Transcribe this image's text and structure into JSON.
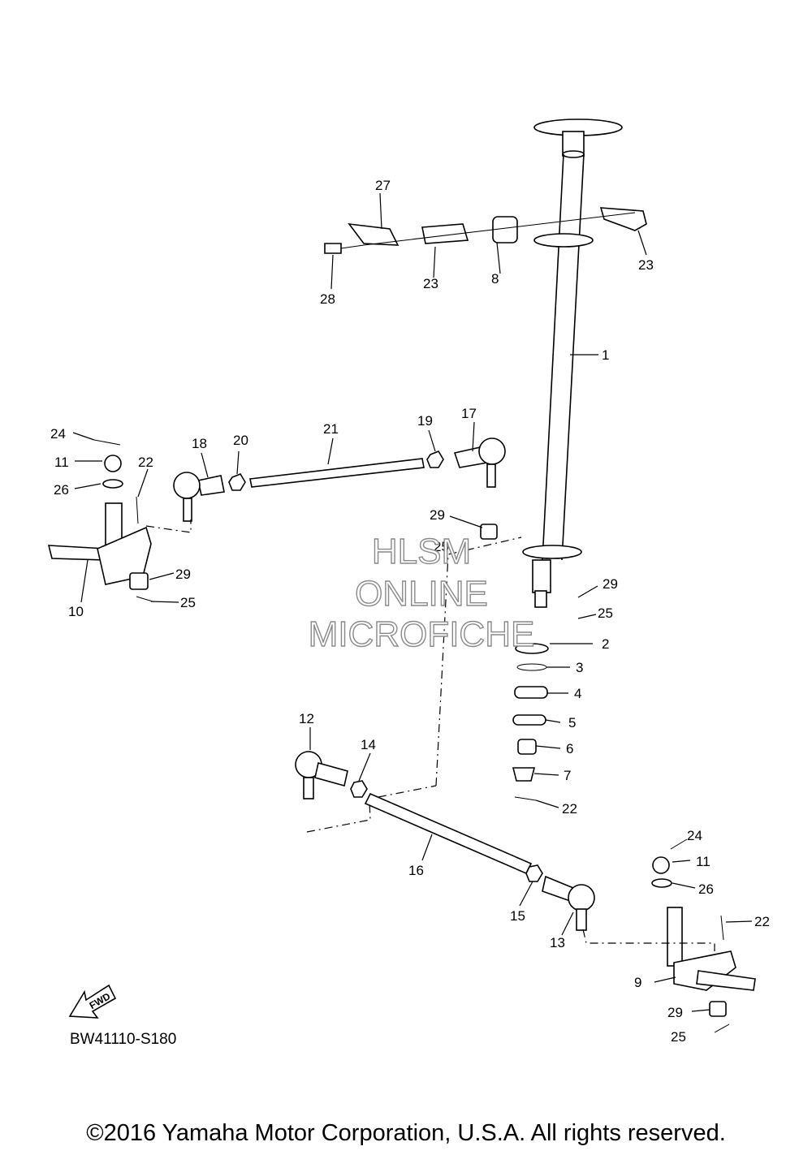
{
  "diagram": {
    "code": "BW41110-S180",
    "copyright": "©2016 Yamaha Motor Corporation, U.S.A. All rights reserved.",
    "fwd_label": "FWD",
    "watermark": [
      "HLSM",
      "ONLINE",
      "MICROFICHE"
    ],
    "callouts": [
      "1",
      "2",
      "3",
      "4",
      "5",
      "6",
      "7",
      "8",
      "9",
      "10",
      "11",
      "11",
      "12",
      "13",
      "14",
      "15",
      "16",
      "17",
      "18",
      "19",
      "20",
      "21",
      "22",
      "22",
      "22",
      "23",
      "23",
      "24",
      "24",
      "25",
      "25",
      "25",
      "25",
      "26",
      "26",
      "27",
      "28",
      "29",
      "29",
      "29",
      "29"
    ]
  }
}
